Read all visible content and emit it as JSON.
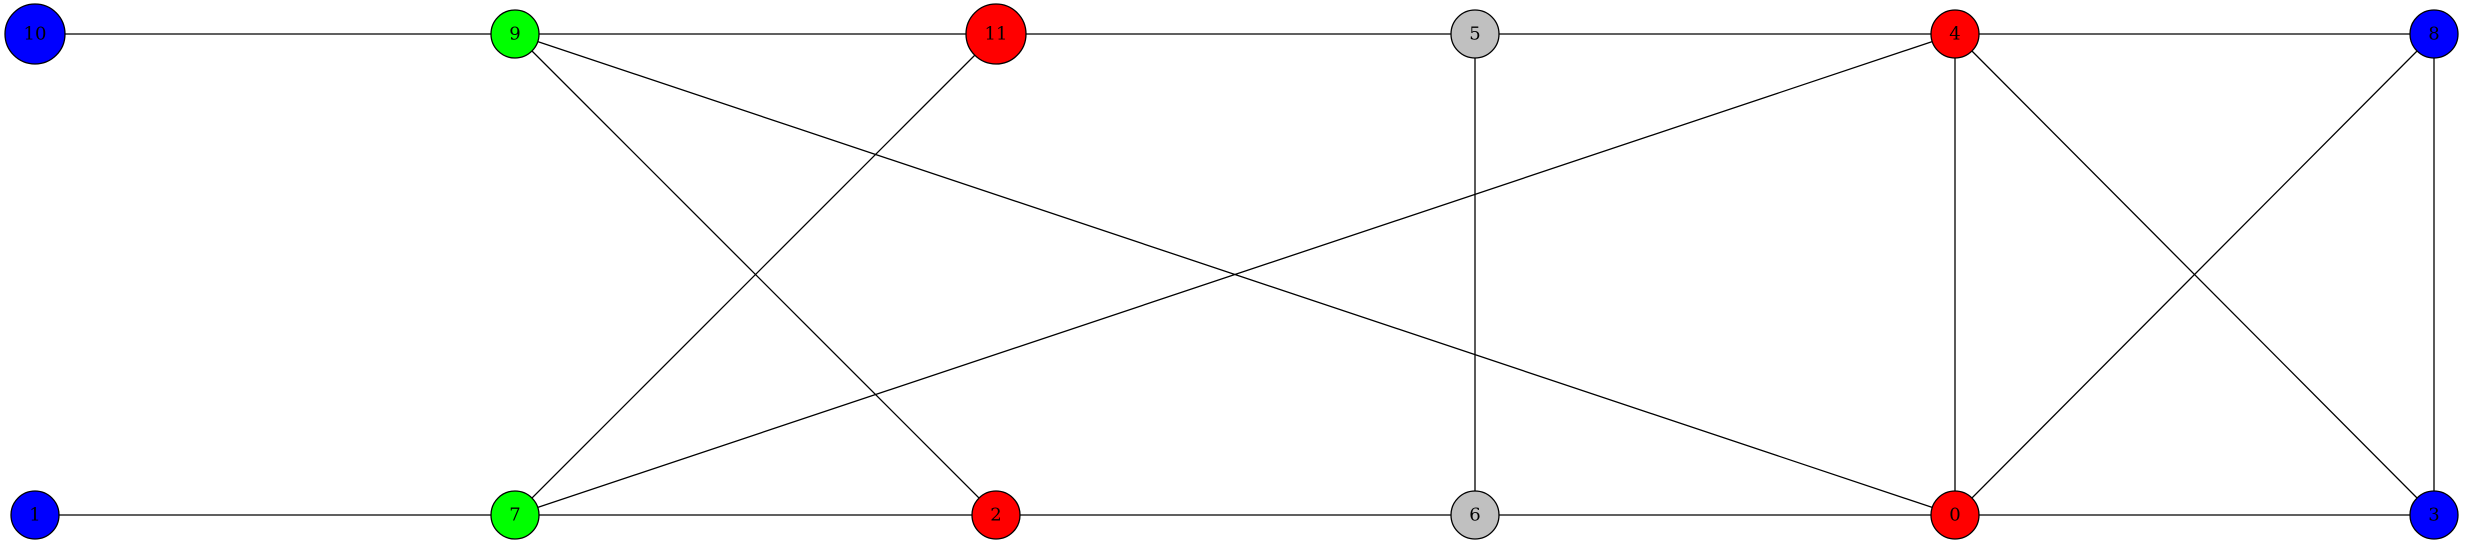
{
  "graph": {
    "colors": {
      "blue": "#0000ff",
      "green": "#00ff00",
      "red": "#ff0000",
      "gray": "#c0c0c0"
    },
    "nodes": [
      {
        "id": "10",
        "label": "10",
        "color": "blue"
      },
      {
        "id": "9",
        "label": "9",
        "color": "green"
      },
      {
        "id": "11",
        "label": "11",
        "color": "red"
      },
      {
        "id": "5",
        "label": "5",
        "color": "gray"
      },
      {
        "id": "4",
        "label": "4",
        "color": "red"
      },
      {
        "id": "8",
        "label": "8",
        "color": "blue"
      },
      {
        "id": "1",
        "label": "1",
        "color": "blue"
      },
      {
        "id": "7",
        "label": "7",
        "color": "green"
      },
      {
        "id": "2",
        "label": "2",
        "color": "red"
      },
      {
        "id": "6",
        "label": "6",
        "color": "gray"
      },
      {
        "id": "0",
        "label": "0",
        "color": "red"
      },
      {
        "id": "3",
        "label": "3",
        "color": "blue"
      }
    ],
    "edges": [
      [
        "10",
        "9"
      ],
      [
        "9",
        "11"
      ],
      [
        "11",
        "5"
      ],
      [
        "5",
        "4"
      ],
      [
        "4",
        "8"
      ],
      [
        "1",
        "7"
      ],
      [
        "7",
        "2"
      ],
      [
        "2",
        "6"
      ],
      [
        "6",
        "0"
      ],
      [
        "0",
        "3"
      ],
      [
        "9",
        "2"
      ],
      [
        "9",
        "0"
      ],
      [
        "11",
        "7"
      ],
      [
        "4",
        "7"
      ],
      [
        "5",
        "6"
      ],
      [
        "4",
        "0"
      ],
      [
        "4",
        "3"
      ],
      [
        "8",
        "0"
      ],
      [
        "8",
        "3"
      ]
    ]
  }
}
